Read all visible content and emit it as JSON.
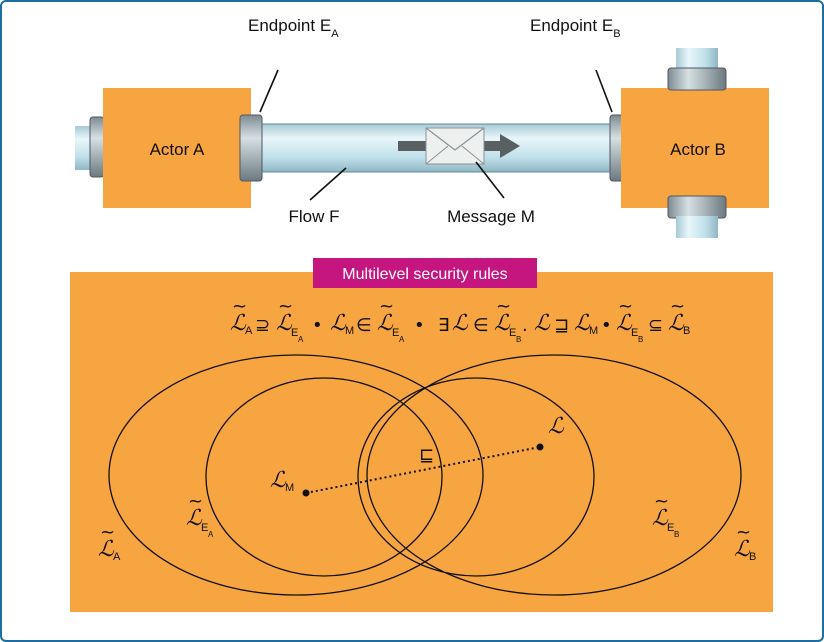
{
  "top": {
    "endpoint_a_prefix": "Endpoint E",
    "endpoint_a_sub": "A",
    "endpoint_b_prefix": "Endpoint E",
    "endpoint_b_sub": "B",
    "actor_a": "Actor A",
    "actor_b": "Actor B",
    "flow": "Flow F",
    "message": "Message M"
  },
  "rules": {
    "banner": "Multilevel security rules",
    "formula": {
      "L": "ℒ",
      "tilde": "~",
      "sub_A": "A",
      "sub_E": "E",
      "sub_M": "M",
      "sub_B": "B",
      "supseteq": "⊇",
      "bullet": "•",
      "in": "∈",
      "exists": "∃",
      "dot": ".",
      "sqsupseteq": "⊒",
      "subseteq": "⊆"
    },
    "venn": {
      "sqsubseteq": "⊑",
      "L_label": "ℒ",
      "LM_label": "ℒ",
      "LM_sub": "M",
      "LEA_sub": "E",
      "LEA_subsub": "A",
      "LEB_sub": "E",
      "LEB_subsub": "B",
      "LA_sub": "A",
      "LB_sub": "B"
    }
  },
  "colors": {
    "orange": "#f7a540",
    "magenta": "#c5157e",
    "frame": "#1a6ea0",
    "pipe": "#c4e4ef",
    "flange": "#8fa0a6"
  }
}
